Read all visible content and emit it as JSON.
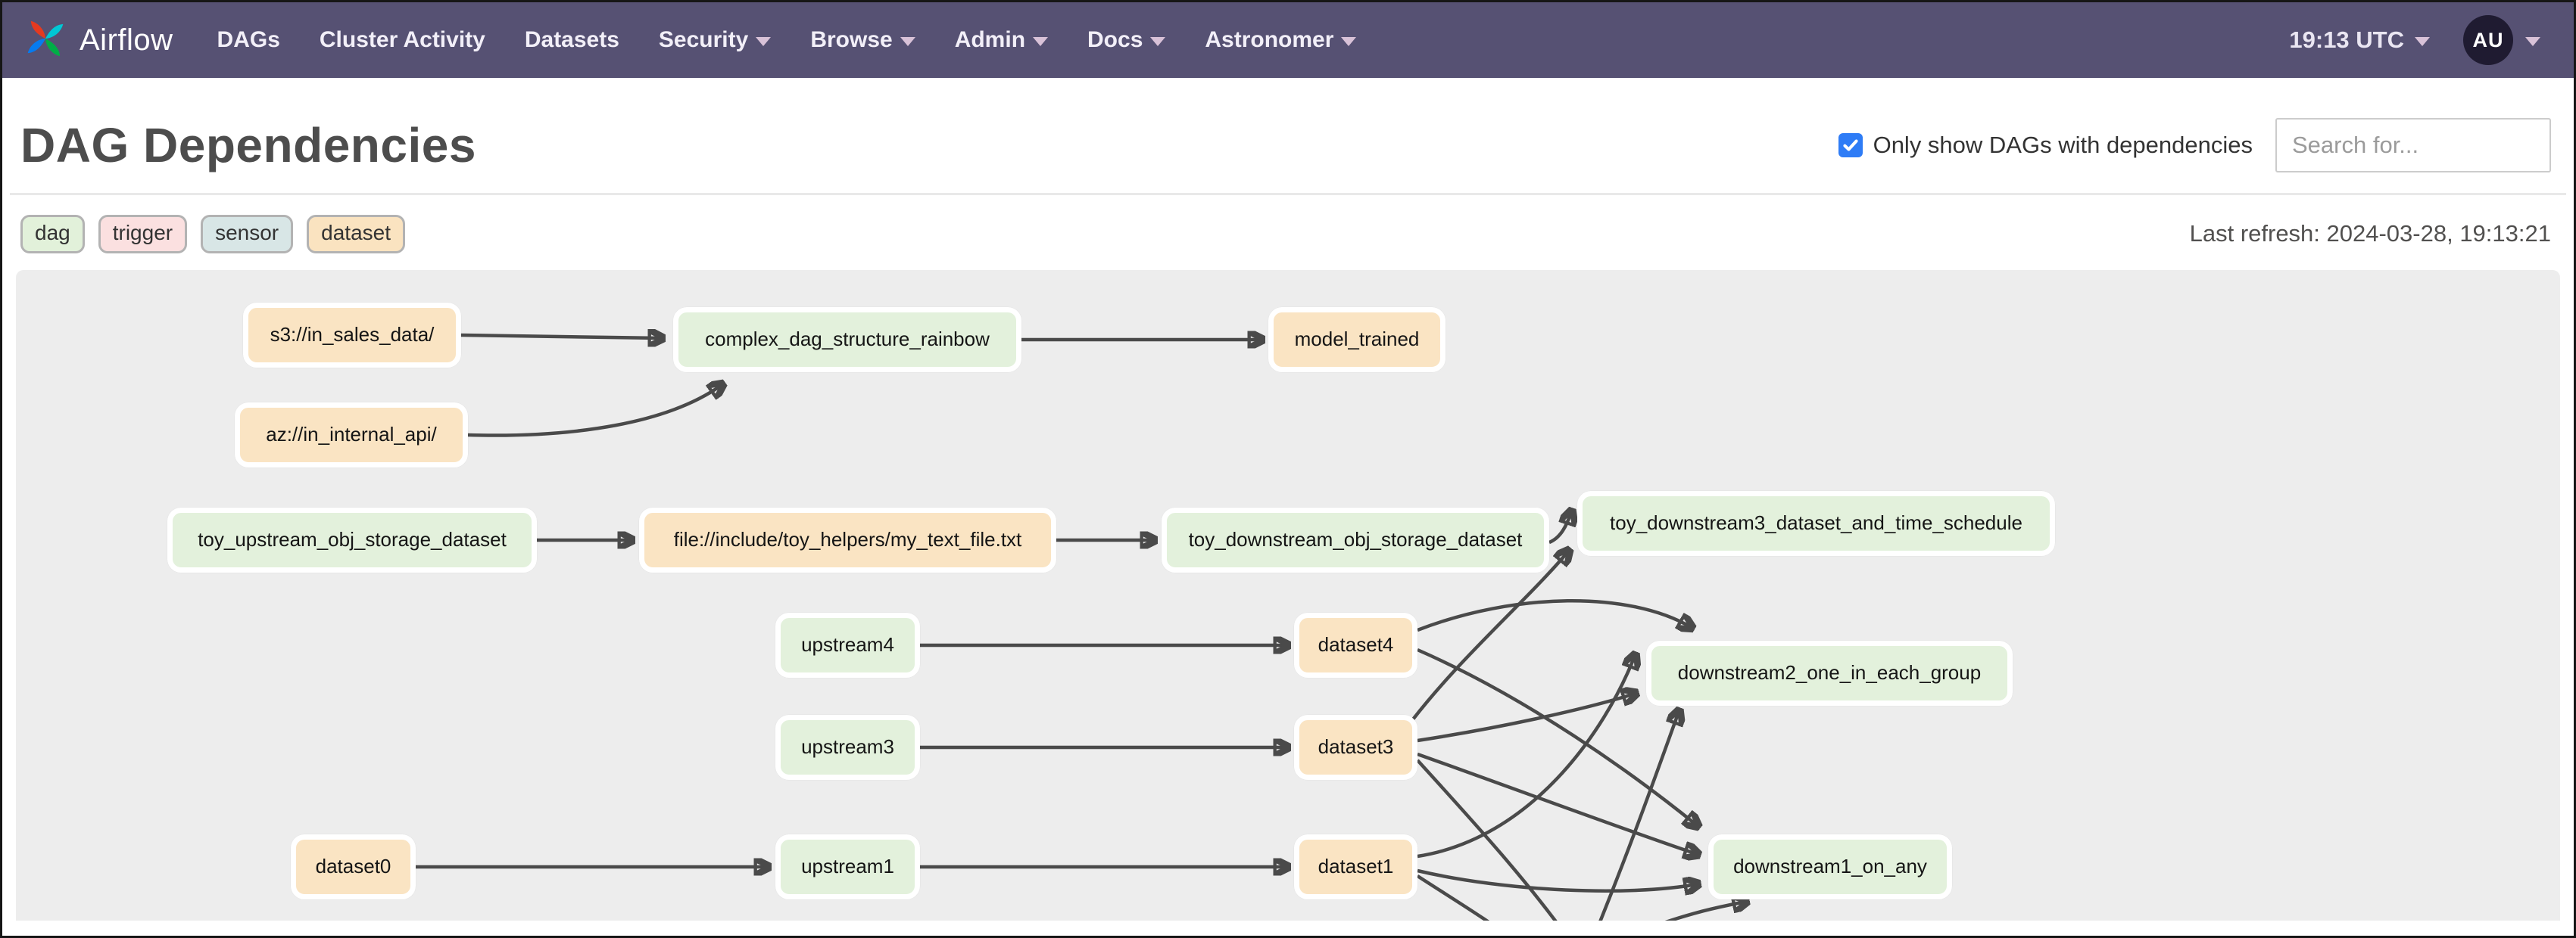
{
  "navbar": {
    "brand": "Airflow",
    "items": [
      {
        "label": "DAGs",
        "dropdown": false
      },
      {
        "label": "Cluster Activity",
        "dropdown": false
      },
      {
        "label": "Datasets",
        "dropdown": false
      },
      {
        "label": "Security",
        "dropdown": true
      },
      {
        "label": "Browse",
        "dropdown": true
      },
      {
        "label": "Admin",
        "dropdown": true
      },
      {
        "label": "Docs",
        "dropdown": true
      },
      {
        "label": "Astronomer",
        "dropdown": true
      }
    ],
    "clock": "19:13 UTC",
    "avatar_initials": "AU"
  },
  "header": {
    "title": "DAG Dependencies",
    "filter_checkbox_checked": true,
    "filter_label": "Only show DAGs with dependencies",
    "search_placeholder": "Search for..."
  },
  "legend": {
    "tags": [
      {
        "label": "dag",
        "color": "#e2f1da"
      },
      {
        "label": "trigger",
        "color": "#fbe0e0"
      },
      {
        "label": "sensor",
        "color": "#d8e6e6"
      },
      {
        "label": "dataset",
        "color": "#fae3c0"
      }
    ],
    "last_refresh": "Last refresh: 2024-03-28, 19:13:21"
  },
  "colors": {
    "navbar_bg": "#565173",
    "canvas_bg": "#ededed",
    "dataset_node": "#fae4c3",
    "dag_node": "#e3f1dc",
    "edge": "#4a4a4a",
    "checkbox_blue": "#2e7cf6"
  },
  "graph": {
    "nodes": [
      {
        "label": "s3://in_sales_data/",
        "type": "dataset"
      },
      {
        "label": "complex_dag_structure_rainbow",
        "type": "dag"
      },
      {
        "label": "model_trained",
        "type": "dataset"
      },
      {
        "label": "az://in_internal_api/",
        "type": "dataset"
      },
      {
        "label": "toy_upstream_obj_storage_dataset",
        "type": "dag"
      },
      {
        "label": "file://include/toy_helpers/my_text_file.txt",
        "type": "dataset"
      },
      {
        "label": "toy_downstream_obj_storage_dataset",
        "type": "dag"
      },
      {
        "label": "toy_downstream3_dataset_and_time_schedule",
        "type": "dag"
      },
      {
        "label": "upstream4",
        "type": "dag"
      },
      {
        "label": "dataset4",
        "type": "dataset"
      },
      {
        "label": "downstream2_one_in_each_group",
        "type": "dag"
      },
      {
        "label": "upstream3",
        "type": "dag"
      },
      {
        "label": "dataset3",
        "type": "dataset"
      },
      {
        "label": "dataset0",
        "type": "dataset"
      },
      {
        "label": "upstream1",
        "type": "dag"
      },
      {
        "label": "dataset1",
        "type": "dataset"
      },
      {
        "label": "downstream1_on_any",
        "type": "dag"
      }
    ],
    "edges": [
      "s3://in_sales_data/ -> complex_dag_structure_rainbow",
      "az://in_internal_api/ -> complex_dag_structure_rainbow",
      "complex_dag_structure_rainbow -> model_trained",
      "toy_upstream_obj_storage_dataset -> file://include/toy_helpers/my_text_file.txt",
      "file://include/toy_helpers/my_text_file.txt -> toy_downstream_obj_storage_dataset",
      "toy_downstream_obj_storage_dataset -> toy_downstream3_dataset_and_time_schedule",
      "dataset3 -> toy_downstream3_dataset_and_time_schedule",
      "upstream4 -> dataset4",
      "upstream3 -> dataset3",
      "dataset0 -> upstream1",
      "upstream1 -> dataset1",
      "dataset4 -> downstream2_one_in_each_group",
      "dataset3 -> downstream2_one_in_each_group",
      "dataset1 -> downstream2_one_in_each_group",
      "dataset4 -> downstream1_on_any",
      "dataset3 -> downstream1_on_any",
      "dataset1 -> downstream1_on_any"
    ]
  }
}
